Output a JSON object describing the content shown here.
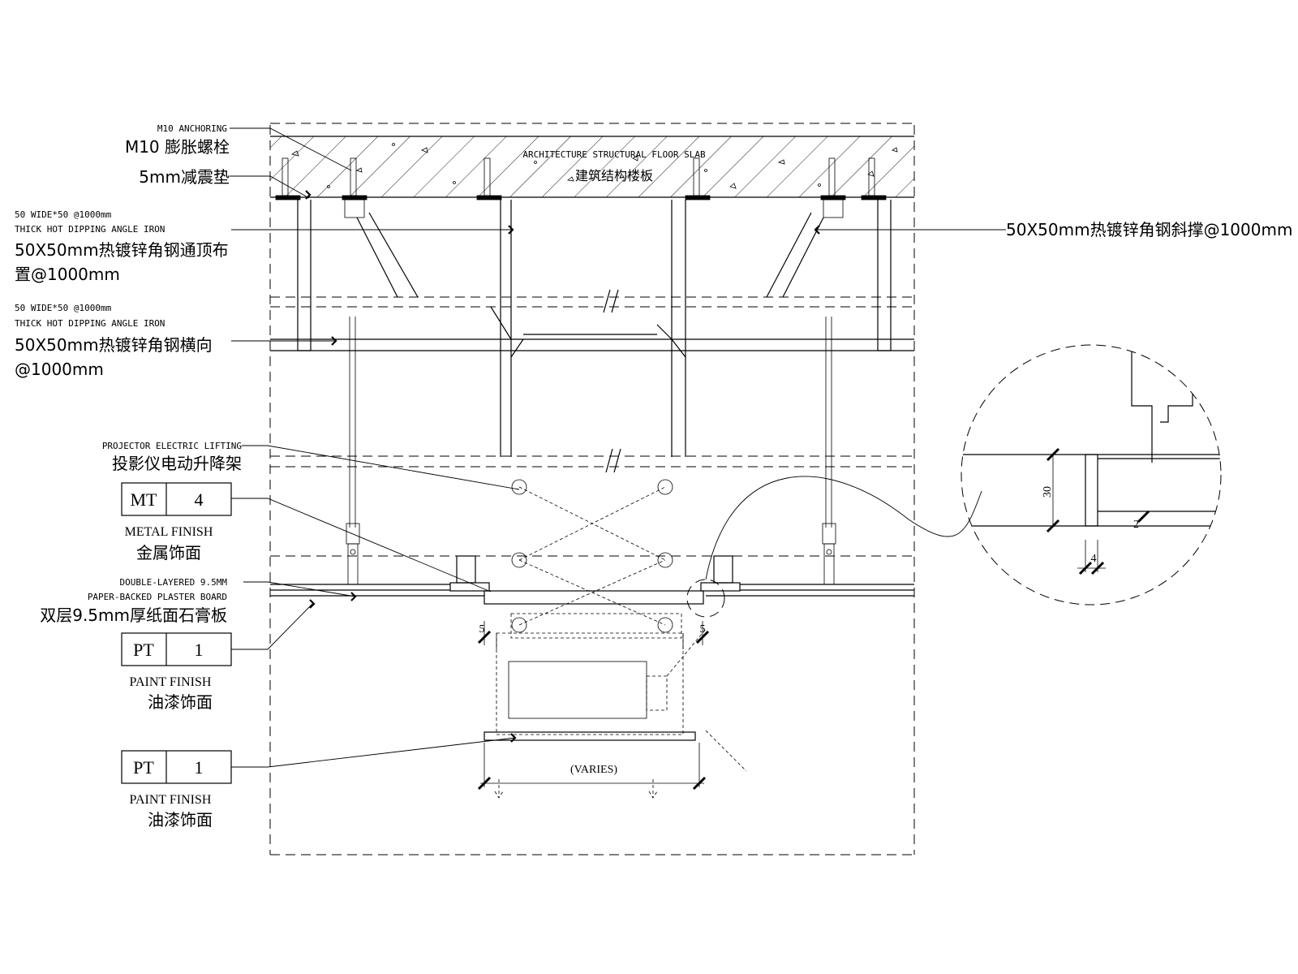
{
  "labels": {
    "m10_en": "M10 ANCHORING",
    "m10_cn": "M10 膨胀螺栓",
    "pad_cn": "5mm减震垫",
    "slab_en": "ARCHITECTURE STRUCTURAL FLOOR SLAB",
    "slab_cn": "建筑结构楼板",
    "angle1_en1": "50 WIDE*50 @1000mm",
    "angle1_en2": "THICK HOT DIPPING ANGLE IRON",
    "angle1_cn1": "50X50mm热镀锌角钢通顶布",
    "angle1_cn2": "置@1000mm",
    "brace_cn": "50X50mm热镀锌角钢斜撑@1000mm",
    "angle2_en1": "50 WIDE*50 @1000mm",
    "angle2_en2": "THICK HOT DIPPING ANGLE IRON",
    "angle2_cn1": "50X50mm热镀锌角钢横向",
    "angle2_cn2": "@1000mm",
    "lift_en": "PROJECTOR ELECTRIC LIFTING",
    "lift_cn": "投影仪电动升降架",
    "board_en1": "DOUBLE-LAYERED 9.5MM",
    "board_en2": "PAPER-BACKED PLASTER BOARD",
    "board_cn": "双层9.5mm厚纸面石膏板",
    "varies": "(VARIES)"
  },
  "tags": [
    {
      "code": "MT",
      "num": "4",
      "en": "METAL FINISH",
      "cn": "金属饰面"
    },
    {
      "code": "PT",
      "num": "1",
      "en": "PAINT FINISH",
      "cn": "油漆饰面"
    },
    {
      "code": "PT",
      "num": "1",
      "en": "PAINT FINISH",
      "cn": "油漆饰面"
    }
  ],
  "dims": {
    "gap_left": "5",
    "gap_right": "5",
    "detail_30": "30",
    "detail_2": "2",
    "detail_4": "4"
  }
}
